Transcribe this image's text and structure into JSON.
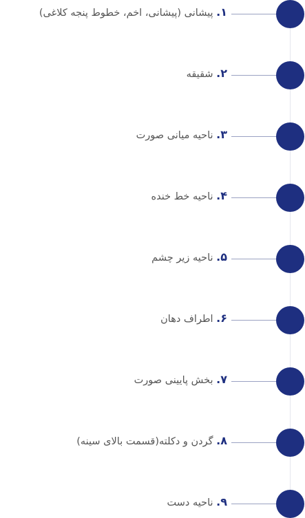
{
  "colors": {
    "accent": "#1e2f80",
    "text": "#555555",
    "connector": "#9aa1c2",
    "rail": "#e4e6ee"
  },
  "steps": [
    {
      "num": "۱.",
      "label": "پیشانی (پیشانی، اخم، خطوط پنجه کلاغی)"
    },
    {
      "num": "۲.",
      "label": "شقیقه"
    },
    {
      "num": "۳.",
      "label": "ناحیه میانی صورت"
    },
    {
      "num": "۴.",
      "label": "ناحیه خط خنده"
    },
    {
      "num": "۵.",
      "label": "ناحیه زیر چشم"
    },
    {
      "num": "۶.",
      "label": "اطراف دهان"
    },
    {
      "num": "۷.",
      "label": "بخش پایینی صورت"
    },
    {
      "num": "۸.",
      "label": "گردن و دکلته(قسمت بالای سینه)"
    },
    {
      "num": "۹.",
      "label": "ناحیه دست"
    }
  ]
}
